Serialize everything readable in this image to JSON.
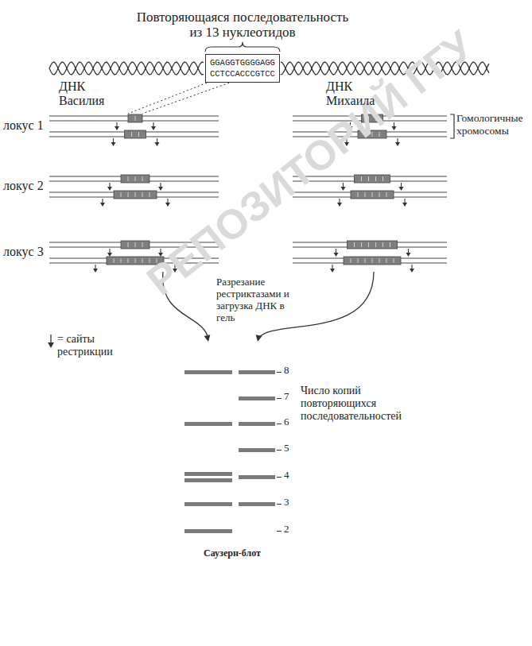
{
  "diagram": {
    "nodes": [
      {
        "text": [
          "Повторяющаяся последовательность из 13 нуклеотидов",
          "GGAGGTGGGGAGG",
          "CCTCCACCCGTCC"
        ]
      }
    ],
    "labels": [
      "ДНК Василия",
      "ДНК Михаила",
      "локус 1",
      "локус 2",
      "локус 3",
      "Гомологичные хромосомы",
      "Разрезание рестриктазами и загрузка ДНК в гель",
      "8",
      "7",
      "6",
      "5",
      "4",
      "3",
      "2",
      "Число копий повторяющихся последовательностей",
      "Саузерн-блот",
      "РЕПОЗИТОРИЙ ГГУ"
    ],
    "legend": [
      {
        "text": "= сайты рестрикции"
      }
    ]
  }
}
